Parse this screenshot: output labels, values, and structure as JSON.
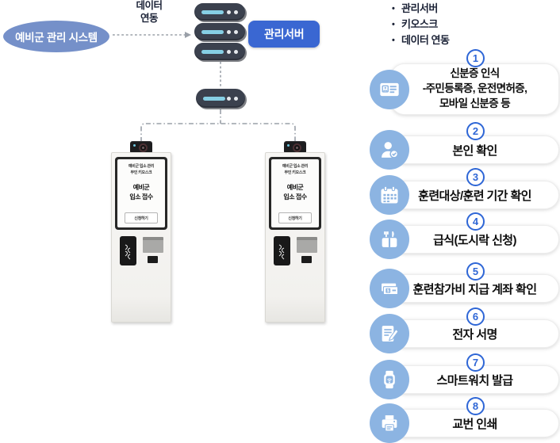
{
  "colors": {
    "accent": "#3a67d2",
    "ellipse": "#7590c9",
    "icon_circle": "#8cb4e2",
    "number_blue": "#2e66d6",
    "server_body": "#3b414e",
    "server_bar": "#86cfe4",
    "text_dark": "#1b2236"
  },
  "diagram": {
    "system_label": "예비군 관리 시스템",
    "link_label_line1": "데이터",
    "link_label_line2": "연동",
    "server_label": "관리서버",
    "legend": [
      "관리서버",
      "키오스크",
      "데이터 연동"
    ]
  },
  "kiosk": {
    "screen_header_line1": "예비군 입소 관리",
    "screen_header_line2": "무인 키오스크",
    "screen_title_line1": "예비군",
    "screen_title_line2": "입소 접수",
    "button_label": "신청하기"
  },
  "steps": [
    {
      "num": "1",
      "icon": "id-card-icon",
      "lines": [
        "신분증 인식",
        "-주민등록증, 운전면허증,",
        "모바일 신분증 등"
      ]
    },
    {
      "num": "2",
      "icon": "person-check-icon",
      "lines": [
        "본인 확인"
      ]
    },
    {
      "num": "3",
      "icon": "calendar-icon",
      "lines": [
        "훈련대상/훈련 기간 확인"
      ]
    },
    {
      "num": "4",
      "icon": "meal-icon",
      "lines": [
        "급식(도시락 신청)"
      ]
    },
    {
      "num": "5",
      "icon": "money-icon",
      "lines": [
        "훈련참가비 지급 계좌 확인"
      ]
    },
    {
      "num": "6",
      "icon": "signature-icon",
      "lines": [
        "전자 서명"
      ]
    },
    {
      "num": "7",
      "icon": "smartwatch-icon",
      "lines": [
        "스마트워치 발급"
      ]
    },
    {
      "num": "8",
      "icon": "printer-icon",
      "lines": [
        "교번 인쇄"
      ]
    }
  ]
}
